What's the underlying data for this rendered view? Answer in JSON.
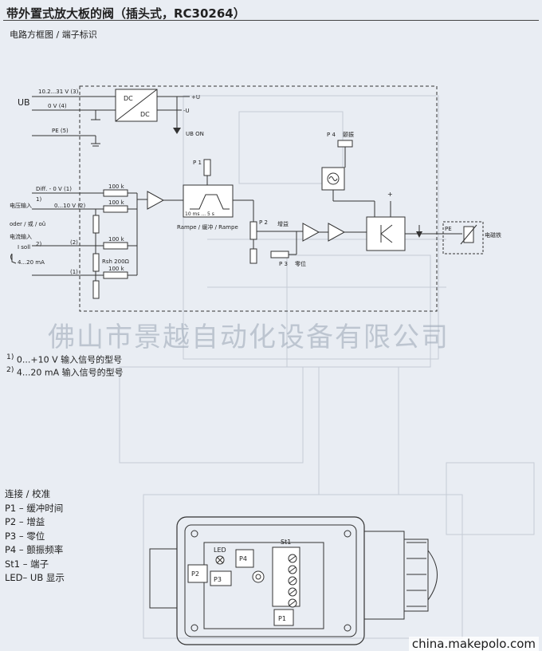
{
  "header": {
    "title": "带外置式放大板的阀（插头式，RC30264）",
    "subtitle": "电路方框图 / 端子标识"
  },
  "circuit": {
    "ub_label": "UB",
    "supply_range": "10.2...31 V (3)",
    "zero_v": "0 V (4)",
    "pe": "PE (5)",
    "dc_top": "DC",
    "dc_bottom": "DC",
    "plus_u": "+U",
    "minus_u": "-U",
    "ub_on": "UB ON",
    "p1": "P 1",
    "diff": "Diff. - 0 V (1)",
    "in_010": "0...10 V (2)",
    "voltage_input": "电压输入",
    "fn1": "1)",
    "or_text": "oder / 或 / oû",
    "current_input": "电流输入",
    "isoll": "I soll",
    "fn2": "2)",
    "range_4_20": "4...20 mA",
    "term_2": "(2)",
    "term_1": "(1)",
    "r100k": "100 k",
    "rsh": "Rsh 200Ω",
    "ramp_range": "10 ms ... 5 s",
    "ramp_label": "Rampe / 缓冲 / Rampe",
    "p2": "P 2",
    "gain": "增益",
    "p3": "P 3",
    "zero": "零位",
    "p4": "P 4",
    "dither": "颤振",
    "plus": "+",
    "pe2": "PE",
    "solenoid": "电磁铁"
  },
  "watermark": "佛山市景越自动化设备有限公司",
  "footnotes": [
    {
      "mark": "1)",
      "text": "0...+10 V  输入信号的型号"
    },
    {
      "mark": "2)",
      "text": "4...20 mA 输入信号的型号"
    }
  ],
  "legend": {
    "heading": "连接 / 校准",
    "items": [
      "P1  – 缓冲时间",
      "P2  – 增益",
      "P3  – 零位",
      "P4  – 颤振频率",
      "St1 – 端子",
      "LED– UB 显示"
    ]
  },
  "board": {
    "led": "LED",
    "p4": "P4",
    "p2": "P2",
    "p3": "P3",
    "st1": "St1",
    "p1": "P1"
  },
  "source": "china.makepolo.com"
}
